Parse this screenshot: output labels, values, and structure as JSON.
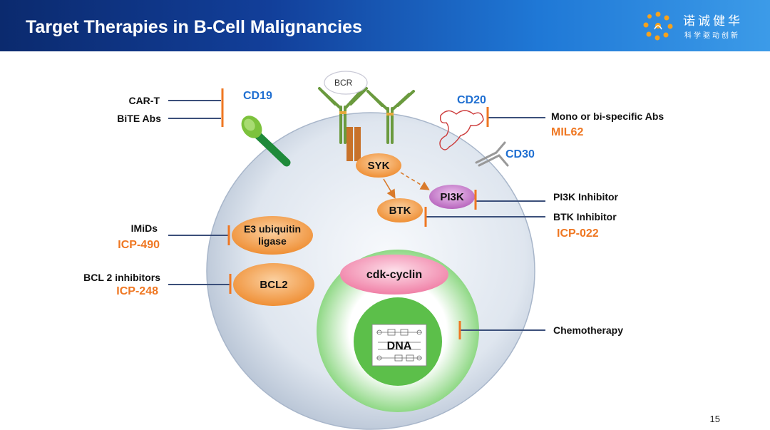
{
  "title": "Target Therapies in B-Cell Malignancies",
  "logo": {
    "name": "诺诚健华",
    "tagline": "科学驱动创新"
  },
  "targets": {
    "cd19": "CD19",
    "cd20": "CD20",
    "cd30": "CD30",
    "bcr": "BCR"
  },
  "therapies": {
    "car_t": "CAR-T",
    "bite": "BiTE Abs",
    "mono": "Mono or bi-specific Abs",
    "mil62": "MIL62",
    "pi3k_inh": "PI3K Inhibitor",
    "btk_inh": "BTK Inhibitor",
    "icp022": "ICP-022",
    "imids": "IMiDs",
    "icp490": "ICP-490",
    "bcl2_inh": "BCL 2 inhibitors",
    "icp248": "ICP-248",
    "chemo": "Chemotherapy"
  },
  "nodes": {
    "syk": "SYK",
    "btk": "BTK",
    "pi3k": "PI3K",
    "e3": "E3 ubiquitin ligase",
    "bcl2": "BCL2",
    "cdk": "cdk-cyclin",
    "dna": "DNA"
  },
  "colors": {
    "header_dark": "#0b2a6e",
    "header_light": "#3c9be8",
    "therapy_accent": "#ef7722",
    "target_label": "#1f6fd1",
    "line": "#3b4f7a",
    "node_orange": "#f4a24e",
    "pi3k_purple": "#c27ac8",
    "cdk_pink": "#f49bb8",
    "nucleus_green": "#5cbf4a"
  },
  "page_number": "15"
}
